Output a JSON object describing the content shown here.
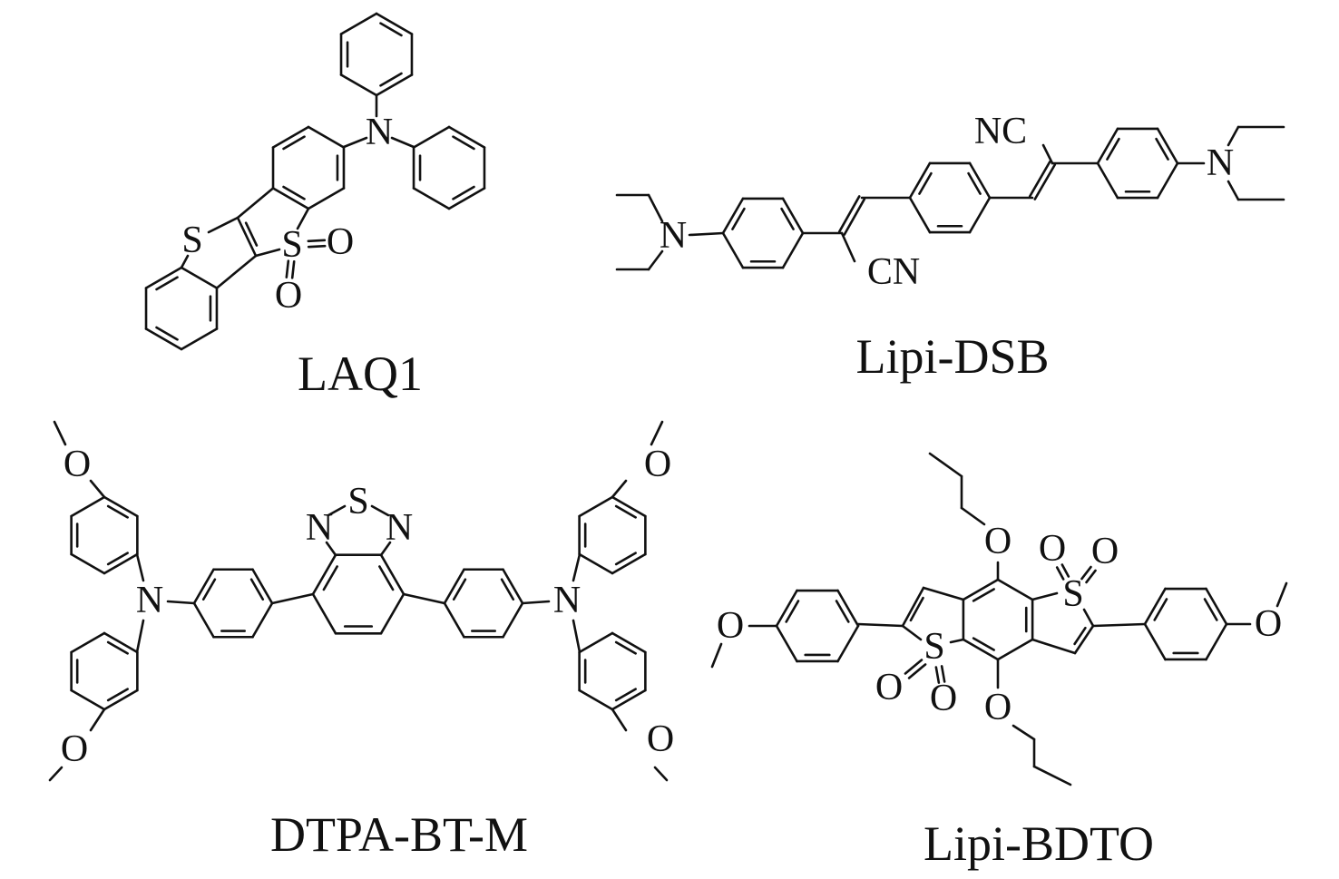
{
  "molecules": [
    {
      "name": "LAQ1",
      "atoms": {
        "n": "N",
        "s_thio": "S",
        "s_sulfone": "S",
        "o1": "O",
        "o2": "O"
      }
    },
    {
      "name": "Lipi-DSB",
      "atoms": {
        "n_left": "N",
        "n_right": "N",
        "cn": "CN",
        "nc": "NC"
      }
    },
    {
      "name": "DTPA-BT-M",
      "atoms": {
        "s": "S",
        "n_ring_left": "N",
        "n_ring_right": "N",
        "n_left": "N",
        "n_right": "N",
        "o1": "O",
        "o2": "O",
        "o3": "O",
        "o4": "O"
      }
    },
    {
      "name": "Lipi-BDTO",
      "atoms": {
        "s_right": "S",
        "s_left": "S",
        "o_s_right_1": "O",
        "o_s_right_2": "O",
        "o_s_left_1": "O",
        "o_s_left_2": "O",
        "o_top": "O",
        "o_bottom": "O",
        "o_left": "O",
        "o_right": "O"
      }
    }
  ],
  "colors": {
    "ink": "#111111",
    "background": "#ffffff"
  }
}
